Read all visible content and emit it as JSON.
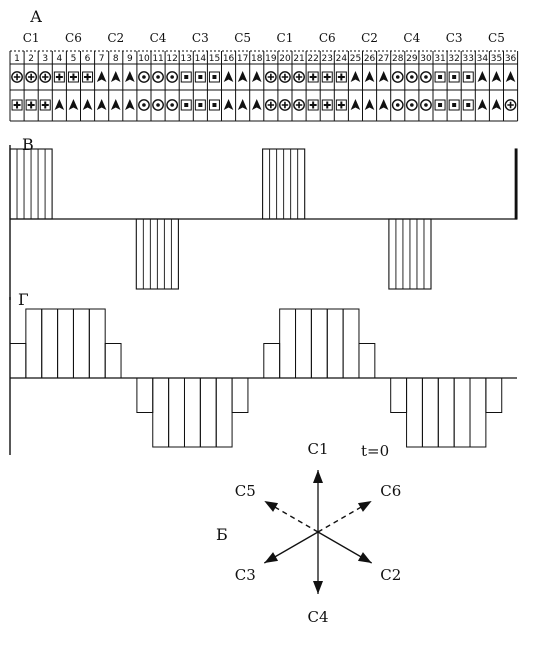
{
  "panel_labels": {
    "a": "А",
    "b": "Б",
    "v": "В",
    "g": "Г"
  },
  "phase_labels": [
    "C1",
    "C6",
    "C2",
    "C4",
    "C3",
    "C5",
    "C1",
    "C6",
    "C2",
    "C4",
    "C3",
    "C5"
  ],
  "slot_numbers": [
    "1",
    "2",
    "3",
    "4",
    "5",
    "6",
    "7",
    "8",
    "9",
    "10",
    "11",
    "12",
    "13",
    "14",
    "15",
    "16",
    "17",
    "18",
    "19",
    "20",
    "21",
    "22",
    "23",
    "24",
    "25",
    "26",
    "27",
    "28",
    "29",
    "30",
    "31",
    "32",
    "33",
    "34",
    "35",
    "36"
  ],
  "row_top_symbols": [
    "plus-circle",
    "plus-circle",
    "plus-circle",
    "plus-box",
    "plus-box",
    "plus-box",
    "triangle",
    "triangle",
    "triangle",
    "dot-circle",
    "dot-circle",
    "dot-circle",
    "dot-box",
    "dot-box",
    "dot-box",
    "triangle",
    "triangle",
    "triangle",
    "plus-circle",
    "plus-circle",
    "plus-circle",
    "plus-box",
    "plus-box",
    "plus-box",
    "triangle",
    "triangle",
    "triangle",
    "dot-circle",
    "dot-circle",
    "dot-circle",
    "dot-box",
    "dot-box",
    "dot-box",
    "triangle",
    "triangle",
    "triangle"
  ],
  "row_bottom_symbols": [
    "plus-box",
    "plus-box",
    "plus-box",
    "triangle",
    "triangle",
    "triangle",
    "triangle",
    "triangle",
    "triangle",
    "dot-circle",
    "dot-circle",
    "dot-circle",
    "dot-box",
    "dot-box",
    "dot-box",
    "triangle",
    "triangle",
    "triangle",
    "plus-circle",
    "plus-circle",
    "plus-circle",
    "plus-box",
    "plus-box",
    "plus-box",
    "triangle",
    "triangle",
    "triangle",
    "dot-circle",
    "dot-circle",
    "dot-circle",
    "dot-box",
    "dot-box",
    "dot-box",
    "triangle",
    "triangle",
    "plus-circle"
  ],
  "waveform_v": {
    "segments": [
      1,
      0,
      0,
      -1,
      0,
      0,
      1,
      0,
      0,
      -1,
      0,
      0,
      1
    ],
    "teeth_per_segment": 3
  },
  "waveform_g": {
    "levels": [
      0.5,
      1,
      1,
      1,
      1,
      1,
      0.5,
      0,
      -0.5,
      -1,
      -1,
      -1,
      -1,
      -1,
      -0.5,
      0,
      0.5,
      1,
      1,
      1,
      1,
      1,
      0.5,
      0,
      -0.5,
      -1,
      -1,
      -1,
      -1,
      -1,
      -0.5,
      0
    ]
  },
  "star": {
    "time_label": "t=0",
    "vectors": [
      {
        "label": "C1",
        "angle": 90,
        "style": "solid"
      },
      {
        "label": "C6",
        "angle": 30,
        "style": "dashed"
      },
      {
        "label": "C2",
        "angle": -30,
        "style": "solid"
      },
      {
        "label": "C4",
        "angle": -90,
        "style": "solid"
      },
      {
        "label": "C3",
        "angle": -150,
        "style": "solid"
      },
      {
        "label": "C5",
        "angle": 150,
        "style": "dashed"
      }
    ]
  }
}
